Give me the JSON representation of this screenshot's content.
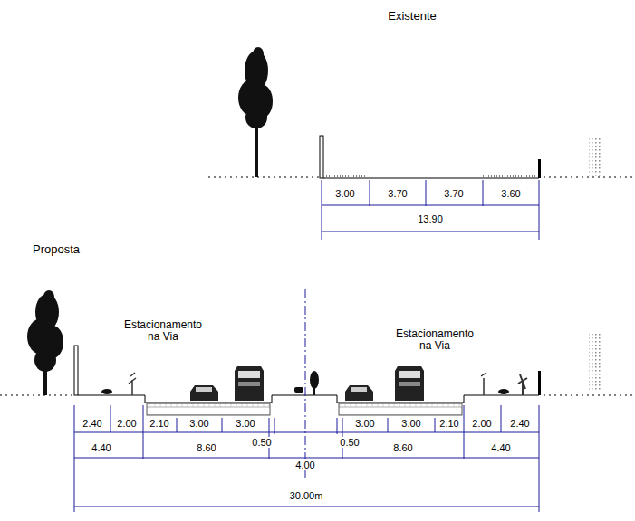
{
  "diagram": {
    "labels": [
      "Existente",
      "3.00",
      "3.70",
      "3.70",
      "3.60",
      "13.90",
      "Proposta",
      "Estacionamento na Via",
      "Estacionamento na Via",
      "2.40",
      "2.00",
      "2.10",
      "3.00",
      "3.00",
      "3.00",
      "3.00",
      "2.10",
      "2.00",
      "2.40",
      "4.40",
      "8.60",
      "0.50",
      "4.00",
      "0.50",
      "8.60",
      "4.40",
      "30.00m"
    ]
  }
}
